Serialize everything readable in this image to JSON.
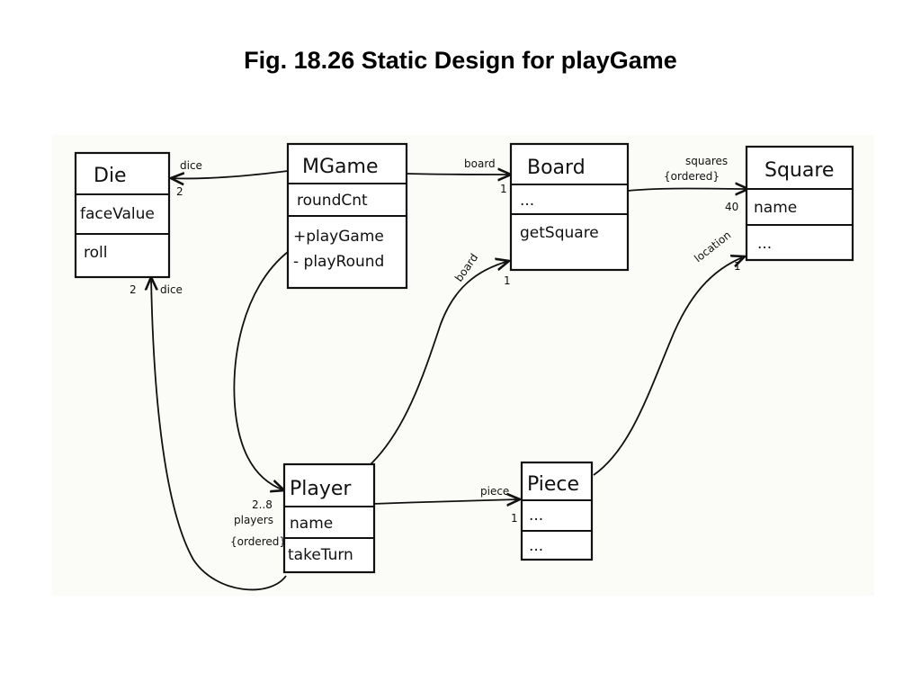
{
  "title": "Fig. 18.26 Static Design for playGame",
  "classes": {
    "die": {
      "name": "Die",
      "attr": "faceValue",
      "op": "roll"
    },
    "mgame": {
      "name": "MGame",
      "attr": "roundCnt",
      "op1": "+playGame",
      "op2": "- playRound"
    },
    "board": {
      "name": "Board",
      "attr": "...",
      "op": "getSquare"
    },
    "square": {
      "name": "Square",
      "attr": "name",
      "op": "..."
    },
    "player": {
      "name": "Player",
      "attr": "name",
      "op": "takeTurn"
    },
    "piece": {
      "name": "Piece",
      "attr": "...",
      "op": "..."
    }
  },
  "edges": {
    "mgame_die": {
      "role": "dice",
      "mult": "2"
    },
    "mgame_board": {
      "role": "board",
      "mult": "1"
    },
    "board_square": {
      "role": "squares",
      "constraint": "{ordered}",
      "mult": "40"
    },
    "player_die": {
      "role": "dice",
      "mult": "2"
    },
    "player_board": {
      "role": "board",
      "mult": "1"
    },
    "mgame_player": {
      "mult": "2..8",
      "role": "players",
      "constraint": "{ordered}"
    },
    "player_piece": {
      "role": "piece",
      "mult": "1"
    },
    "piece_square": {
      "role": "location",
      "mult": "1"
    }
  }
}
